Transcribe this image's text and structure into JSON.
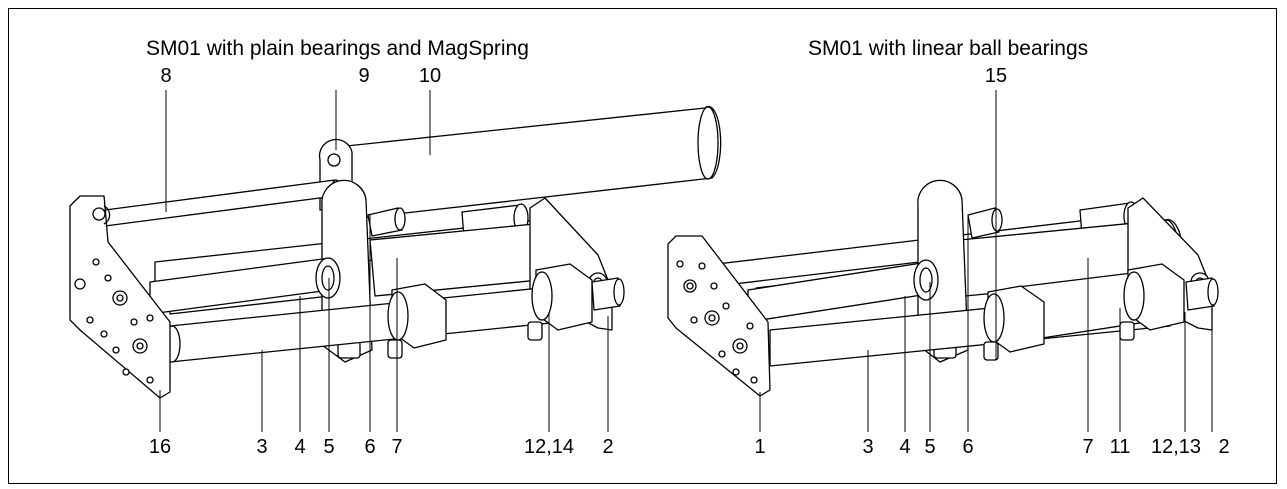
{
  "left_view": {
    "title": "SM01 with plain bearings and MagSpring",
    "top_labels": [
      "8",
      "9",
      "10"
    ],
    "bottom_labels": [
      "16",
      "3",
      "4",
      "5",
      "6",
      "7",
      "12,14",
      "2"
    ]
  },
  "right_view": {
    "title": "SM01 with linear ball bearings",
    "top_labels": [
      "15"
    ],
    "bottom_labels": [
      "1",
      "3",
      "4",
      "5",
      "6",
      "7",
      "11",
      "12,13",
      "2"
    ]
  },
  "colors": {
    "line": "#000000",
    "fill": "#ffffff",
    "shade": "#e9e9e9"
  }
}
